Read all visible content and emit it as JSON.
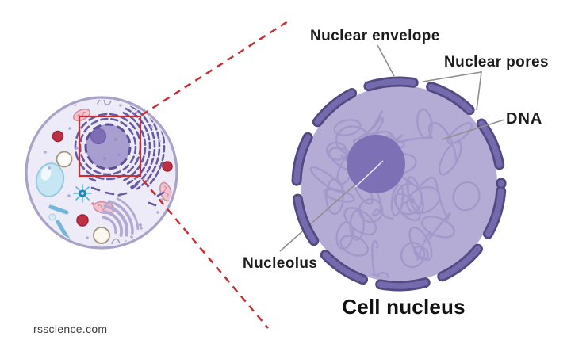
{
  "watermark": "rsscience.com",
  "figure": {
    "title": "Cell nucleus",
    "labels": {
      "nuclear_envelope": "Nuclear envelope",
      "nuclear_pores": "Nuclear pores",
      "dna": "DNA",
      "nucleolus": "Nucleolus"
    },
    "colors": {
      "accent_red": "#c62f33",
      "nucleus_body": "#b5acd6",
      "chromatin": "#a195c8",
      "nucleolus": "#7e70b4",
      "envelope_fill": "#746aae",
      "envelope_outline": "#544a82",
      "cell_cytoplasm": "#edebf7",
      "cell_membrane": "#a9a2c8",
      "label_text": "#1c1c1c",
      "leader_line": "#8f8f8f"
    }
  }
}
